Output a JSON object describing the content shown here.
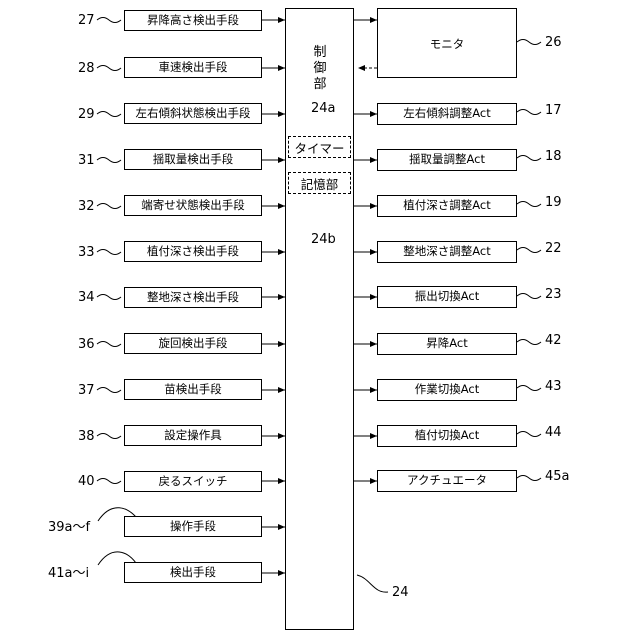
{
  "controller": {
    "label_chars": [
      "制",
      "御",
      "部"
    ],
    "ref": "24",
    "timer": {
      "label": "タイマー",
      "ref": "24a"
    },
    "memory": {
      "label": "記憶部",
      "ref": "24b"
    }
  },
  "inputs": [
    {
      "label": "昇降高さ検出手段",
      "ref": "27"
    },
    {
      "label": "車速検出手段",
      "ref": "28"
    },
    {
      "label": "左右傾斜状態検出手段",
      "ref": "29"
    },
    {
      "label": "揺取量検出手段",
      "ref": "31"
    },
    {
      "label": "端寄せ状態検出手段",
      "ref": "32"
    },
    {
      "label": "植付深さ検出手段",
      "ref": "33"
    },
    {
      "label": "整地深さ検出手段",
      "ref": "34"
    },
    {
      "label": "旋回検出手段",
      "ref": "36"
    },
    {
      "label": "苗検出手段",
      "ref": "37"
    },
    {
      "label": "設定操作具",
      "ref": "38"
    },
    {
      "label": "戻るスイッチ",
      "ref": "40"
    },
    {
      "label": "操作手段",
      "ref": "39a～f"
    },
    {
      "label": "検出手段",
      "ref": "41a～i"
    }
  ],
  "outputs": [
    {
      "label": "モニタ",
      "ref": "26"
    },
    {
      "label": "左右傾斜調整Act",
      "ref": "17"
    },
    {
      "label": "揺取量調整Act",
      "ref": "18"
    },
    {
      "label": "植付深さ調整Act",
      "ref": "19"
    },
    {
      "label": "整地深さ調整Act",
      "ref": "22"
    },
    {
      "label": "振出切換Act",
      "ref": "23"
    },
    {
      "label": "昇降Act",
      "ref": "42"
    },
    {
      "label": "作業切換Act",
      "ref": "43"
    },
    {
      "label": "植付切換Act",
      "ref": "44"
    },
    {
      "label": "アクチュエータ",
      "ref": "45a"
    }
  ]
}
